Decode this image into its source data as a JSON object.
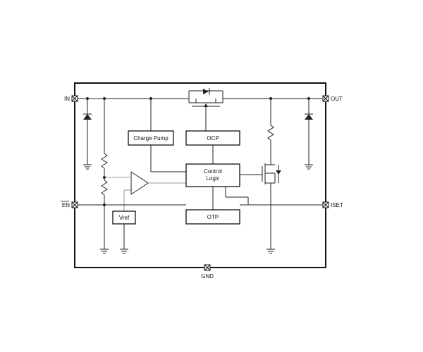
{
  "pins": {
    "in": "IN",
    "out": "OUT",
    "en": "EN",
    "iset": "ISET",
    "gnd": "GND"
  },
  "blocks": {
    "charge_pump": "Charge Pump",
    "ocp": "OCP",
    "control_logic_line1": "Control",
    "control_logic_line2": "Logic",
    "vref": "Vref",
    "otp": "OTP"
  },
  "colors": {
    "line": "#222222",
    "background": "#ffffff"
  }
}
